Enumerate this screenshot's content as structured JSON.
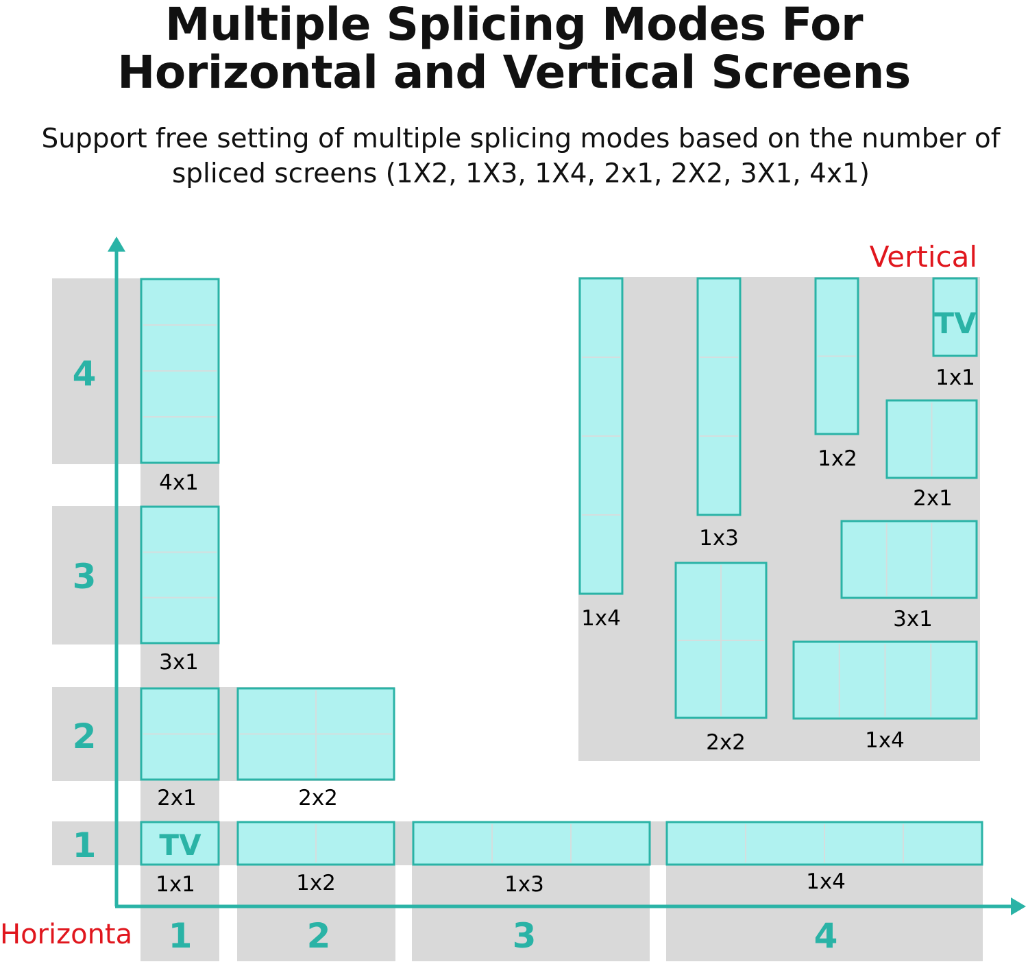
{
  "title_line1": "Multiple Splicing Modes For",
  "title_line2": "Horizontal and Vertical Screens",
  "subtitle_line1": "Support free setting of multiple splicing modes based on the number of",
  "subtitle_line2": "spliced screens (1X2, 1X3, 1X4, 2x1, 2X2, 3X1, 4x1)",
  "colors": {
    "screen_fill": "#b0f2f0",
    "screen_border": "#2ab3a6",
    "panel_gray": "#d9d9d9",
    "axis": "#2ab3a6",
    "label_red": "#e0161d",
    "number_teal": "#2ab3a6"
  },
  "axis_labels": {
    "horizontal": "Horizonta",
    "vertical": "Vertical"
  },
  "tv_label": "TV",
  "row_numbers": [
    "1",
    "2",
    "3",
    "4"
  ],
  "col_numbers": [
    "1",
    "2",
    "3",
    "4"
  ],
  "horizontal_modes": {
    "row1": [
      "1x1",
      "1x2",
      "1x3",
      "1x4"
    ],
    "row2": [
      "2x1",
      "2x2"
    ],
    "row3": [
      "3x1"
    ],
    "row4": [
      "4x1"
    ]
  },
  "vertical_modes": [
    "1x4",
    "1x3",
    "1x2",
    "1x1",
    "2x1",
    "3x1",
    "2x2",
    "1x4"
  ]
}
